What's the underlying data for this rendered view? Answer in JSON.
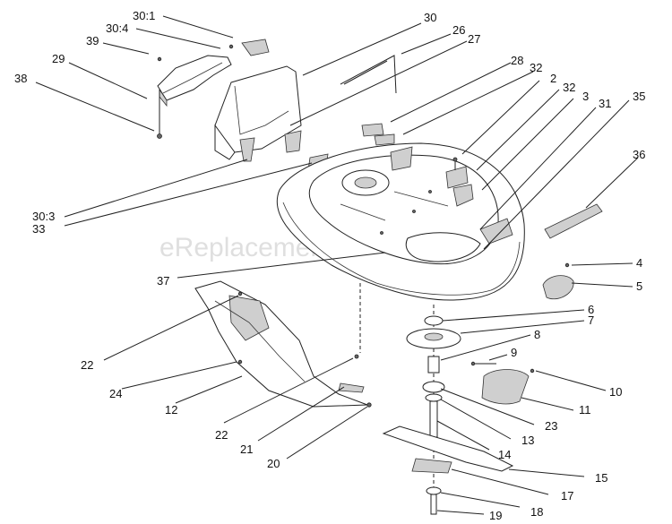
{
  "watermark": "eReplacementParts.com",
  "callouts": [
    {
      "id": "30_1",
      "text": "30:1"
    },
    {
      "id": "30",
      "text": "30"
    },
    {
      "id": "30_4",
      "text": "30:4"
    },
    {
      "id": "26",
      "text": "26"
    },
    {
      "id": "27",
      "text": "27"
    },
    {
      "id": "39",
      "text": "39"
    },
    {
      "id": "29",
      "text": "29"
    },
    {
      "id": "28",
      "text": "28"
    },
    {
      "id": "32a",
      "text": "32"
    },
    {
      "id": "2",
      "text": "2"
    },
    {
      "id": "32b",
      "text": "32"
    },
    {
      "id": "3",
      "text": "3"
    },
    {
      "id": "31",
      "text": "31"
    },
    {
      "id": "35",
      "text": "35"
    },
    {
      "id": "38",
      "text": "38"
    },
    {
      "id": "36",
      "text": "36"
    },
    {
      "id": "30_3",
      "text": "30:3"
    },
    {
      "id": "33",
      "text": "33"
    },
    {
      "id": "4",
      "text": "4"
    },
    {
      "id": "37",
      "text": "37"
    },
    {
      "id": "5",
      "text": "5"
    },
    {
      "id": "6",
      "text": "6"
    },
    {
      "id": "7",
      "text": "7"
    },
    {
      "id": "8",
      "text": "8"
    },
    {
      "id": "9",
      "text": "9"
    },
    {
      "id": "22a",
      "text": "22"
    },
    {
      "id": "10",
      "text": "10"
    },
    {
      "id": "24",
      "text": "24"
    },
    {
      "id": "11",
      "text": "11"
    },
    {
      "id": "12",
      "text": "12"
    },
    {
      "id": "23",
      "text": "23"
    },
    {
      "id": "13",
      "text": "13"
    },
    {
      "id": "22b",
      "text": "22"
    },
    {
      "id": "21",
      "text": "21"
    },
    {
      "id": "14",
      "text": "14"
    },
    {
      "id": "20",
      "text": "20"
    },
    {
      "id": "15",
      "text": "15"
    },
    {
      "id": "17",
      "text": "17"
    },
    {
      "id": "18",
      "text": "18"
    },
    {
      "id": "19",
      "text": "19"
    }
  ]
}
